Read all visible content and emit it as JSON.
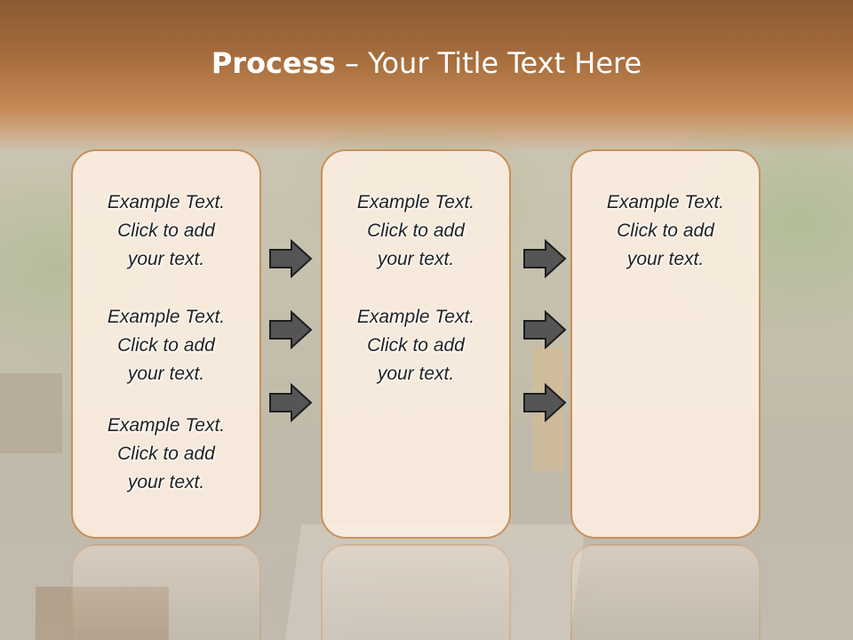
{
  "title": {
    "bold": "Process",
    "rest": " – Your Title Text Here"
  },
  "columns": [
    {
      "items": [
        {
          "line1": "Example Text.",
          "line2": "Click  to add",
          "line3": "your text."
        },
        {
          "line1": "Example Text.",
          "line2": "Click  to add",
          "line3": "your text."
        },
        {
          "line1": "Example Text.",
          "line2": "Click  to add",
          "line3": "your text."
        }
      ]
    },
    {
      "items": [
        {
          "line1": "Example Text.",
          "line2": "Click  to add",
          "line3": "your text."
        },
        {
          "line1": "Example Text.",
          "line2": "Click  to add",
          "line3": "your text."
        }
      ]
    },
    {
      "items": [
        {
          "line1": "Example Text.",
          "line2": "Click  to add",
          "line3": "your text."
        }
      ]
    }
  ],
  "colors": {
    "band": "#a86e3e",
    "box_fill": "#fceee1",
    "box_border": "#c8905a",
    "arrow": "#555555"
  },
  "icons": {
    "connector": "right-arrow-icon"
  }
}
